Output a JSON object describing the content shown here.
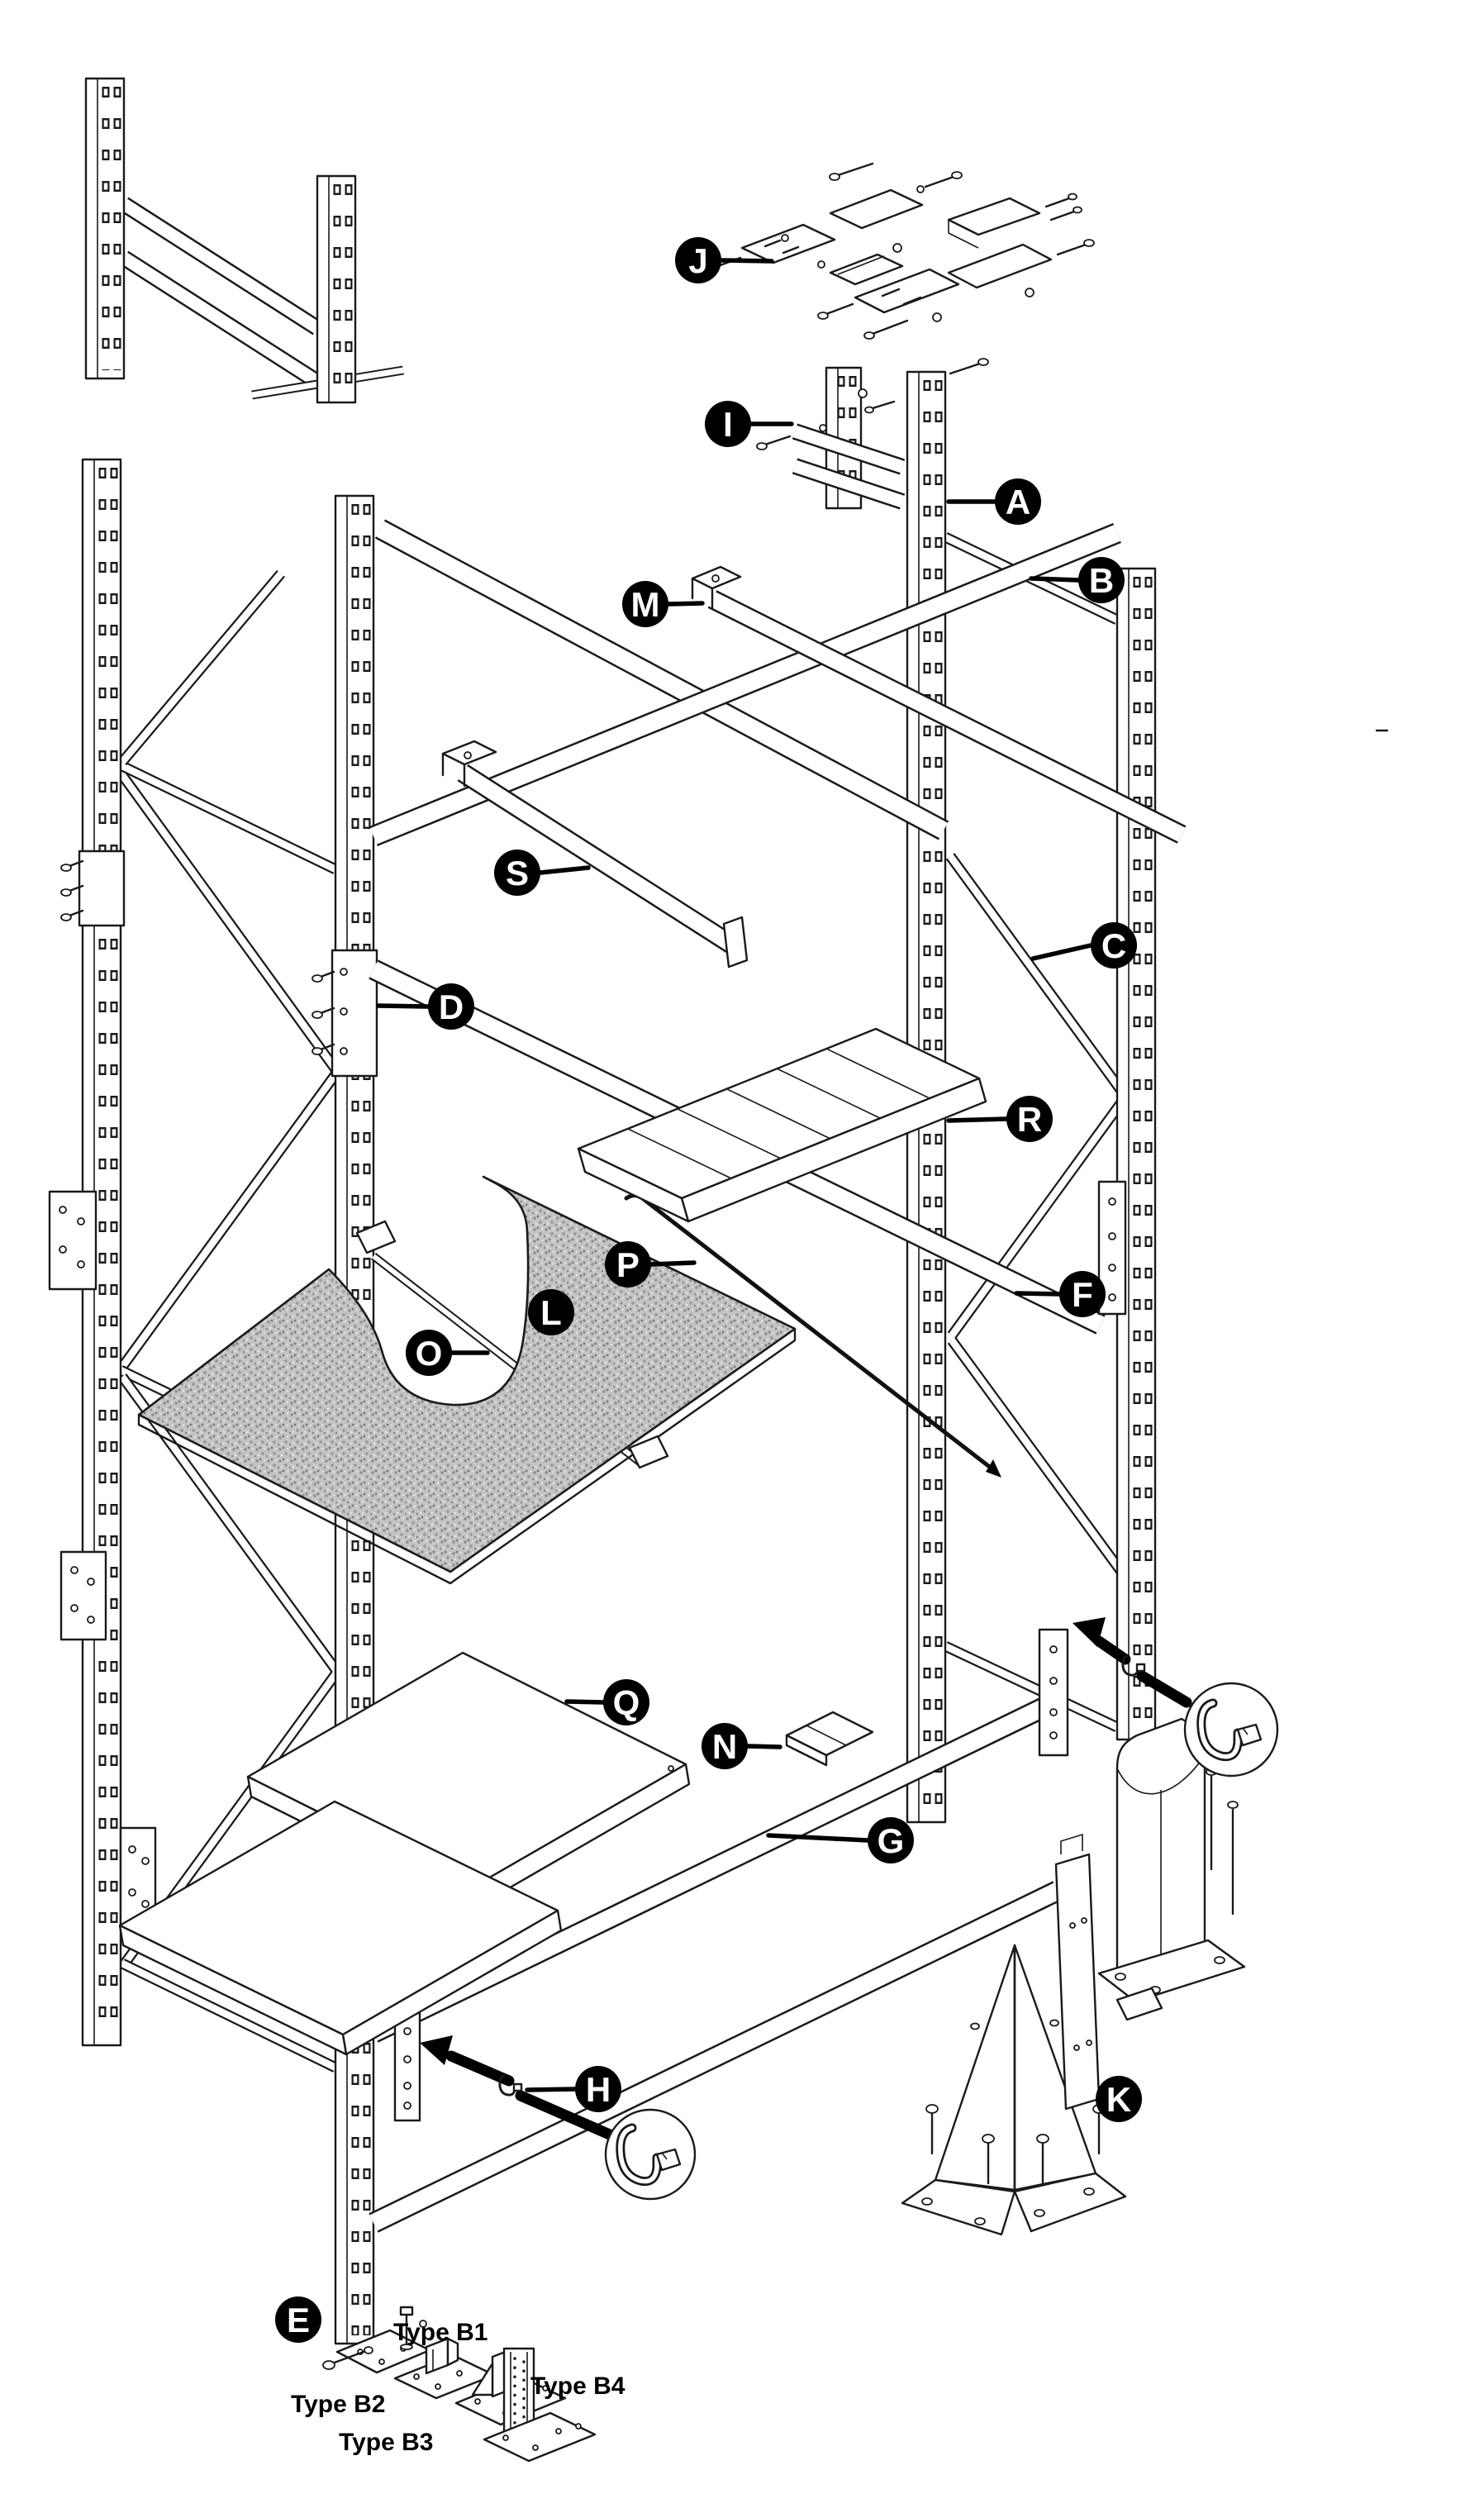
{
  "figure": {
    "kind": "exploded-assembly-diagram",
    "background": "#ffffff",
    "line_color": "#1a1a1a",
    "callout_fill": "#000000",
    "callout_text_color": "#ffffff",
    "mat_fill": "#c4c4c4"
  },
  "callouts": {
    "a": "A",
    "b": "B",
    "c": "C",
    "d": "D",
    "e": "E",
    "f": "F",
    "g": "G",
    "h": "H",
    "i": "I",
    "j": "J",
    "k": "K",
    "l": "L",
    "m": "M",
    "n": "N",
    "o": "O",
    "p": "P",
    "q": "Q",
    "r": "R",
    "s": "S"
  },
  "type_labels": {
    "b1": "Type B1",
    "b2": "Type B2",
    "b3": "Type B3",
    "b4": "Type B4"
  },
  "icons": {
    "magnifier_1": "beam-lock-hook-icon",
    "magnifier_2": "beam-lock-hook-icon",
    "arrow_1": "insert-direction-arrow-icon",
    "arrow_2": "insert-direction-arrow-icon"
  }
}
